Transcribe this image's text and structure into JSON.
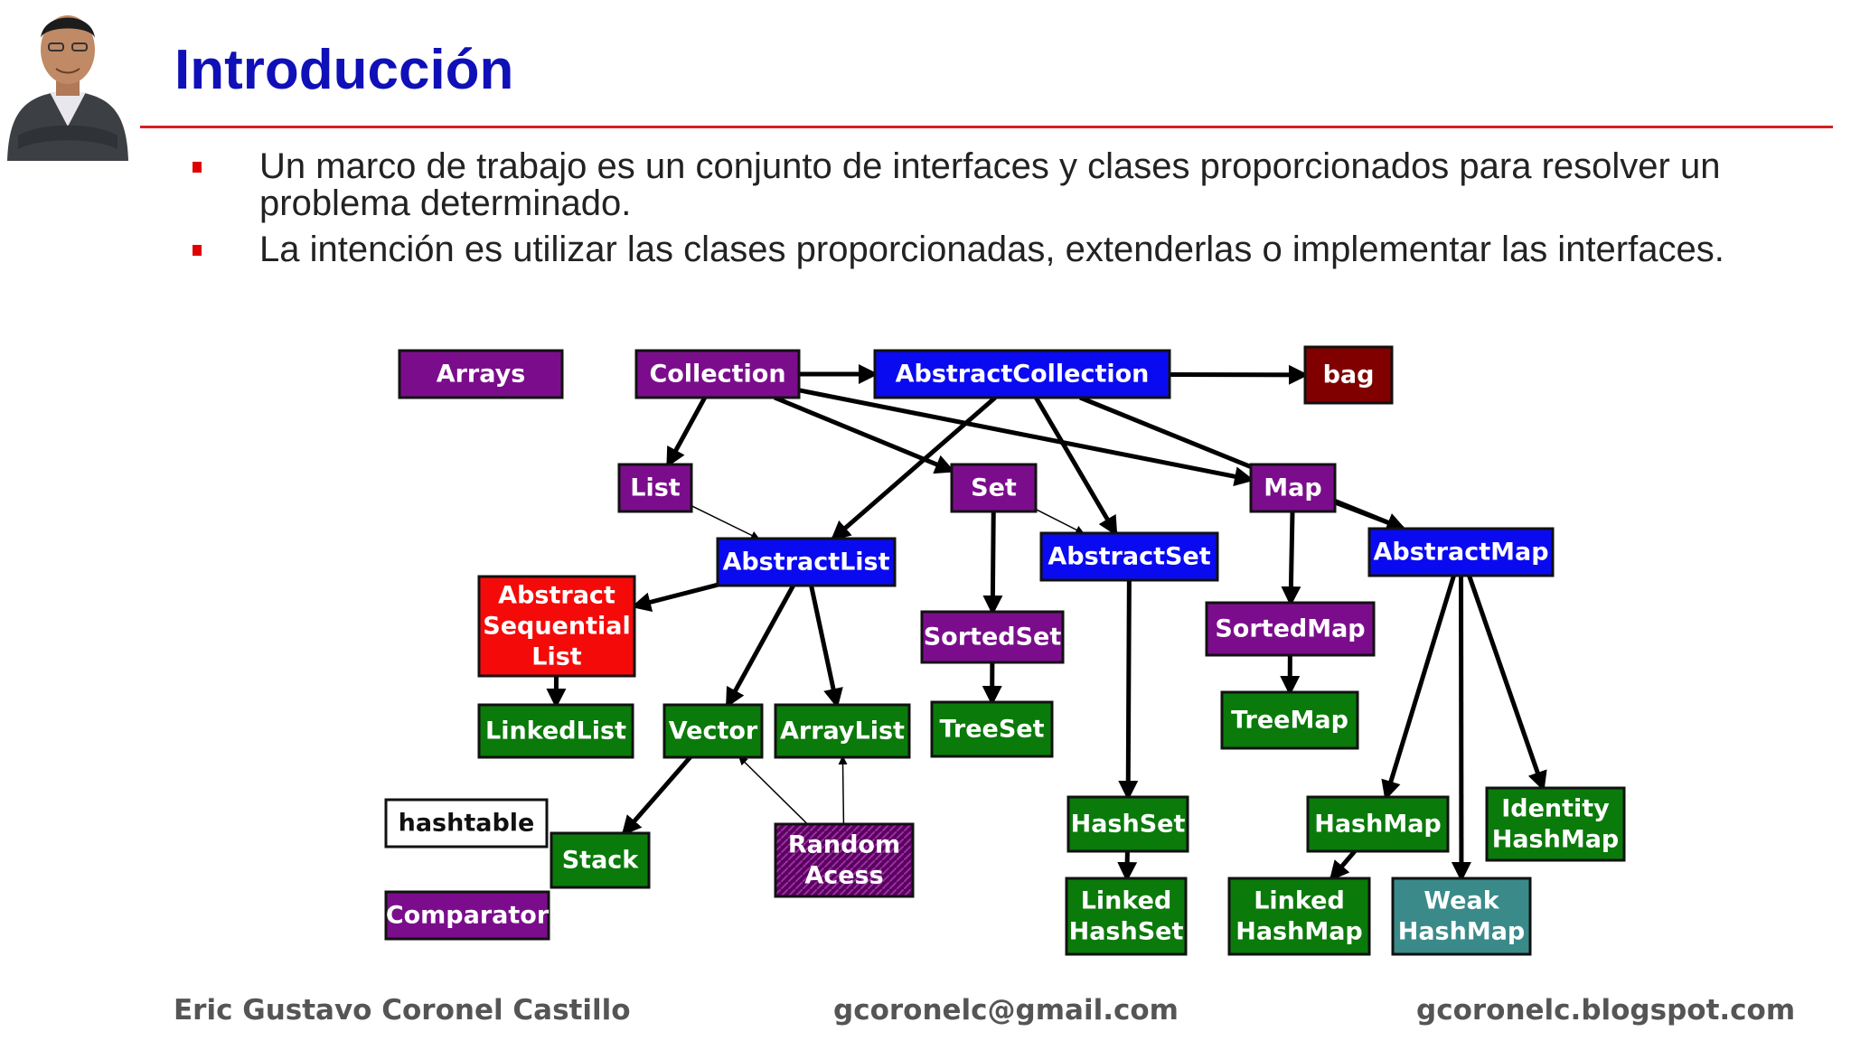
{
  "slide": {
    "title": "Introducción",
    "bullets": [
      "Un marco de trabajo es un conjunto de interfaces y clases proporcionados para resolver un problema determinado.",
      "La intención es utilizar las clases proporcionadas, extenderlas o implementar las interfaces."
    ]
  },
  "diagram": {
    "nodes": [
      {
        "id": "arrays",
        "lines": [
          "Arrays"
        ],
        "kind": "interface"
      },
      {
        "id": "collection",
        "lines": [
          "Collection"
        ],
        "kind": "interface"
      },
      {
        "id": "abstractcollection",
        "lines": [
          "AbstractCollection"
        ],
        "kind": "abstract"
      },
      {
        "id": "bag",
        "lines": [
          "bag"
        ],
        "kind": "other"
      },
      {
        "id": "list",
        "lines": [
          "List"
        ],
        "kind": "interface"
      },
      {
        "id": "set",
        "lines": [
          "Set"
        ],
        "kind": "interface"
      },
      {
        "id": "map",
        "lines": [
          "Map"
        ],
        "kind": "interface"
      },
      {
        "id": "abstractlist",
        "lines": [
          "AbstractList"
        ],
        "kind": "abstract"
      },
      {
        "id": "abstractset",
        "lines": [
          "AbstractSet"
        ],
        "kind": "abstract"
      },
      {
        "id": "abstractmap",
        "lines": [
          "AbstractMap"
        ],
        "kind": "abstract"
      },
      {
        "id": "abstractsequentiallist",
        "lines": [
          "Abstract",
          "Sequential",
          "List"
        ],
        "kind": "abstract-sequential"
      },
      {
        "id": "sortedset",
        "lines": [
          "SortedSet"
        ],
        "kind": "interface"
      },
      {
        "id": "sortedmap",
        "lines": [
          "SortedMap"
        ],
        "kind": "interface"
      },
      {
        "id": "linkedlist",
        "lines": [
          "LinkedList"
        ],
        "kind": "concrete"
      },
      {
        "id": "vector",
        "lines": [
          "Vector"
        ],
        "kind": "concrete"
      },
      {
        "id": "arraylist",
        "lines": [
          "ArrayList"
        ],
        "kind": "concrete"
      },
      {
        "id": "treeset",
        "lines": [
          "TreeSet"
        ],
        "kind": "concrete"
      },
      {
        "id": "treemap",
        "lines": [
          "TreeMap"
        ],
        "kind": "concrete"
      },
      {
        "id": "hashtable",
        "lines": [
          "hashtable"
        ],
        "kind": "legacy"
      },
      {
        "id": "stack",
        "lines": [
          "Stack"
        ],
        "kind": "concrete"
      },
      {
        "id": "randomaccess",
        "lines": [
          "Random",
          "Acess"
        ],
        "kind": "marker"
      },
      {
        "id": "hashset",
        "lines": [
          "HashSet"
        ],
        "kind": "concrete"
      },
      {
        "id": "hashmap",
        "lines": [
          "HashMap"
        ],
        "kind": "concrete"
      },
      {
        "id": "identityhashmap",
        "lines": [
          "Identity",
          "HashMap"
        ],
        "kind": "concrete"
      },
      {
        "id": "comparator",
        "lines": [
          "Comparator"
        ],
        "kind": "interface"
      },
      {
        "id": "linkedhashset",
        "lines": [
          "Linked",
          "HashSet"
        ],
        "kind": "concrete"
      },
      {
        "id": "linkedhashmap",
        "lines": [
          "Linked",
          "HashMap"
        ],
        "kind": "concrete"
      },
      {
        "id": "weakhashmap",
        "lines": [
          "Weak",
          "HashMap"
        ],
        "kind": "weak"
      }
    ],
    "edges": [
      {
        "from": "collection",
        "to": "abstractcollection",
        "style": "solid"
      },
      {
        "from": "abstractcollection",
        "to": "bag",
        "style": "solid"
      },
      {
        "from": "collection",
        "to": "list",
        "style": "solid"
      },
      {
        "from": "collection",
        "to": "set",
        "style": "solid"
      },
      {
        "from": "collection",
        "to": "map",
        "style": "solid"
      },
      {
        "from": "abstractcollection",
        "to": "abstractlist",
        "style": "solid"
      },
      {
        "from": "abstractcollection",
        "to": "abstractset",
        "style": "solid"
      },
      {
        "from": "abstractcollection",
        "to": "abstractmap",
        "style": "solid"
      },
      {
        "from": "list",
        "to": "abstractlist",
        "style": "thin"
      },
      {
        "from": "set",
        "to": "abstractset",
        "style": "thin"
      },
      {
        "from": "map",
        "to": "abstractmap",
        "style": "thin"
      },
      {
        "from": "set",
        "to": "sortedset",
        "style": "solid"
      },
      {
        "from": "map",
        "to": "sortedmap",
        "style": "solid"
      },
      {
        "from": "abstractlist",
        "to": "abstractsequentiallist",
        "style": "solid"
      },
      {
        "from": "abstractlist",
        "to": "vector",
        "style": "solid"
      },
      {
        "from": "abstractlist",
        "to": "arraylist",
        "style": "solid"
      },
      {
        "from": "abstractsequentiallist",
        "to": "linkedlist",
        "style": "solid"
      },
      {
        "from": "sortedset",
        "to": "treeset",
        "style": "solid"
      },
      {
        "from": "sortedmap",
        "to": "treemap",
        "style": "solid"
      },
      {
        "from": "vector",
        "to": "stack",
        "style": "solid"
      },
      {
        "from": "randomaccess",
        "to": "vector",
        "style": "thin"
      },
      {
        "from": "randomaccess",
        "to": "arraylist",
        "style": "thin"
      },
      {
        "from": "abstractset",
        "to": "hashset",
        "style": "solid"
      },
      {
        "from": "hashset",
        "to": "linkedhashset",
        "style": "solid"
      },
      {
        "from": "abstractmap",
        "to": "hashmap",
        "style": "solid"
      },
      {
        "from": "abstractmap",
        "to": "weakhashmap",
        "style": "solid"
      },
      {
        "from": "abstractmap",
        "to": "identityhashmap",
        "style": "solid"
      },
      {
        "from": "hashmap",
        "to": "linkedhashmap",
        "style": "solid"
      }
    ],
    "colors": {
      "interface": "#7b0d8c",
      "abstract": "#0a0af0",
      "abstract-sequential": "#f50a0a",
      "concrete": "#0a7a0a",
      "weak": "#3a8a8a",
      "marker": "#6a0070",
      "other": "#800000",
      "legacy": "#ffffff",
      "line": "#000000"
    }
  },
  "footer": {
    "author": "Eric Gustavo Coronel Castillo",
    "email": "gcoronelc@gmail.com",
    "blog": "gcoronelc.blogspot.com"
  }
}
